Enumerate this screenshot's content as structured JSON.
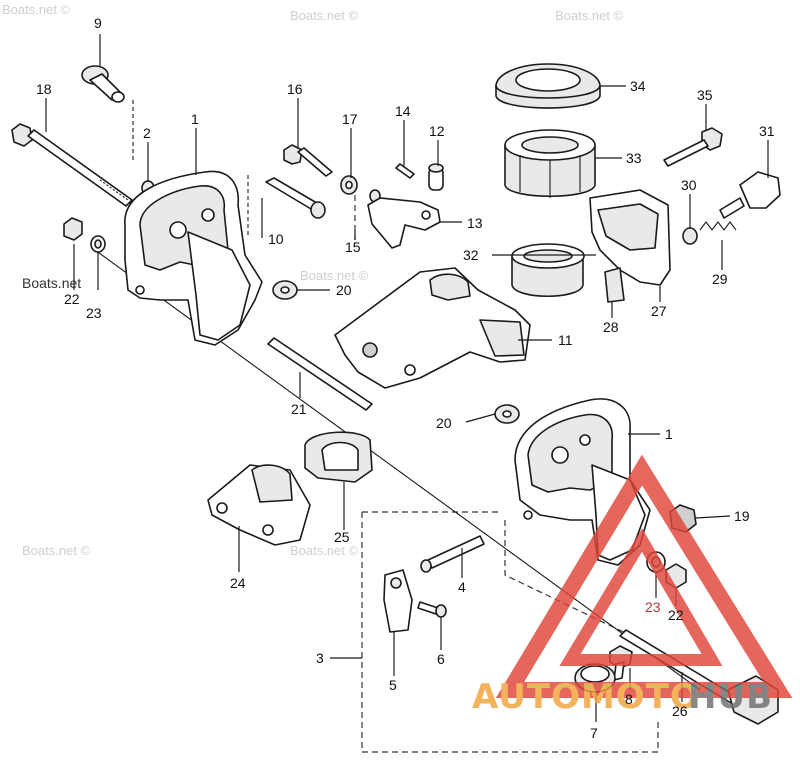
{
  "watermark_main": "Boats.net",
  "watermark_faint": [
    "Boats.net ©",
    "Boats.net ©",
    "Boats.net ©",
    "Boats.net ©",
    "Boats.net ©",
    "Boats.net ©"
  ],
  "brand": {
    "part_a": "AUTOMOTO",
    "part_b": "HUB",
    "color_a": "#f2a23a",
    "color_b": "#6d6d6d",
    "triangle_color": "#e0453a"
  },
  "callouts": {
    "c1a": "1",
    "c1b": "1",
    "c2": "2",
    "c3": "3",
    "c4": "4",
    "c5": "5",
    "c6": "6",
    "c7": "7",
    "c8": "8",
    "c9": "9",
    "c10": "10",
    "c11": "11",
    "c12": "12",
    "c13": "13",
    "c14": "14",
    "c15": "15",
    "c16": "16",
    "c17": "17",
    "c18": "18",
    "c19": "19",
    "c20a": "20",
    "c20b": "20",
    "c21": "21",
    "c22a": "22",
    "c22b": "22",
    "c23a": "23",
    "c23b": "23",
    "c24": "24",
    "c25": "25",
    "c26": "26",
    "c27": "27",
    "c28": "28",
    "c29": "29",
    "c30": "30",
    "c31": "31",
    "c32": "32",
    "c33": "33",
    "c34": "34",
    "c35": "35"
  }
}
